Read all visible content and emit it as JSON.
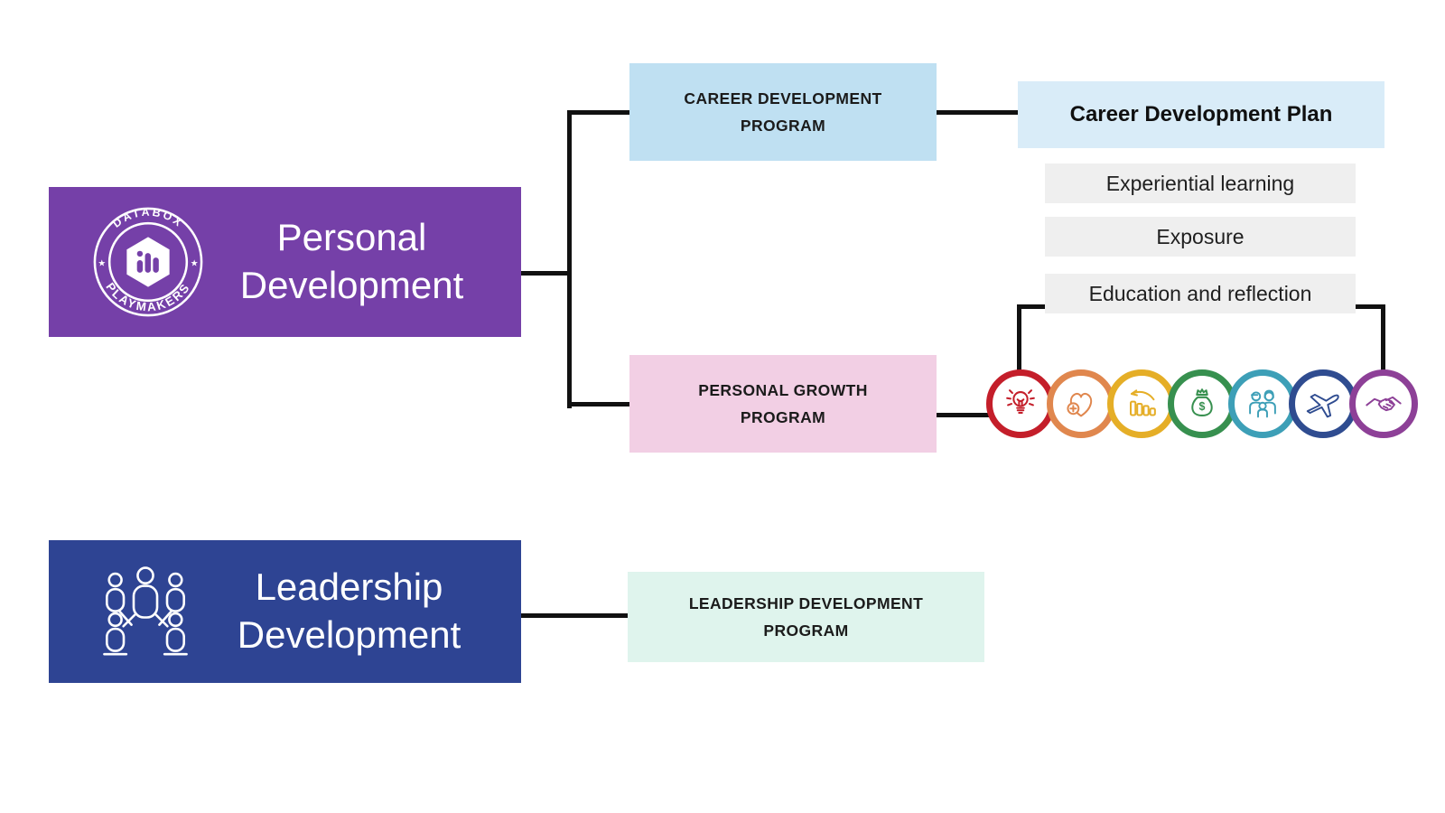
{
  "diagram": {
    "connector_color": "#111111",
    "logo": {
      "top_text": "DATABOX",
      "bottom_text": "PLAYMAKERS",
      "star": "★",
      "ring_color": "#ffffff"
    },
    "personal_development": {
      "label": "Personal Development",
      "bg": "#7540a8"
    },
    "career_program": {
      "label": "CAREER DEVELOPMENT PROGRAM",
      "bg": "#bfe0f2"
    },
    "career_plan": {
      "label": "Career Development Plan",
      "bg": "#d9ecf8"
    },
    "plan_items": [
      {
        "label": "Experiential learning",
        "bg": "#efefef"
      },
      {
        "label": "Exposure",
        "bg": "#efefef"
      },
      {
        "label": "Education and reflection",
        "bg": "#efefef"
      }
    ],
    "growth_program": {
      "label": "PERSONAL GROWTH PROGRAM",
      "bg": "#f2cfe4"
    },
    "growth_icons": [
      {
        "name": "lightbulb",
        "color": "#c41e2a"
      },
      {
        "name": "heart-health",
        "color": "#e0874e"
      },
      {
        "name": "growth-chart",
        "color": "#e5ae27"
      },
      {
        "name": "money-bag",
        "color": "#37904f",
        "glyph": "$"
      },
      {
        "name": "family",
        "color": "#3d9fb7"
      },
      {
        "name": "airplane",
        "color": "#2f4c90"
      },
      {
        "name": "handshake",
        "color": "#8d4097"
      }
    ],
    "leadership_development": {
      "label": "Leadership Development",
      "bg": "#2e4493"
    },
    "leadership_program": {
      "label": "LEADERSHIP DEVELOPMENT PROGRAM",
      "bg": "#dff4ed"
    }
  }
}
